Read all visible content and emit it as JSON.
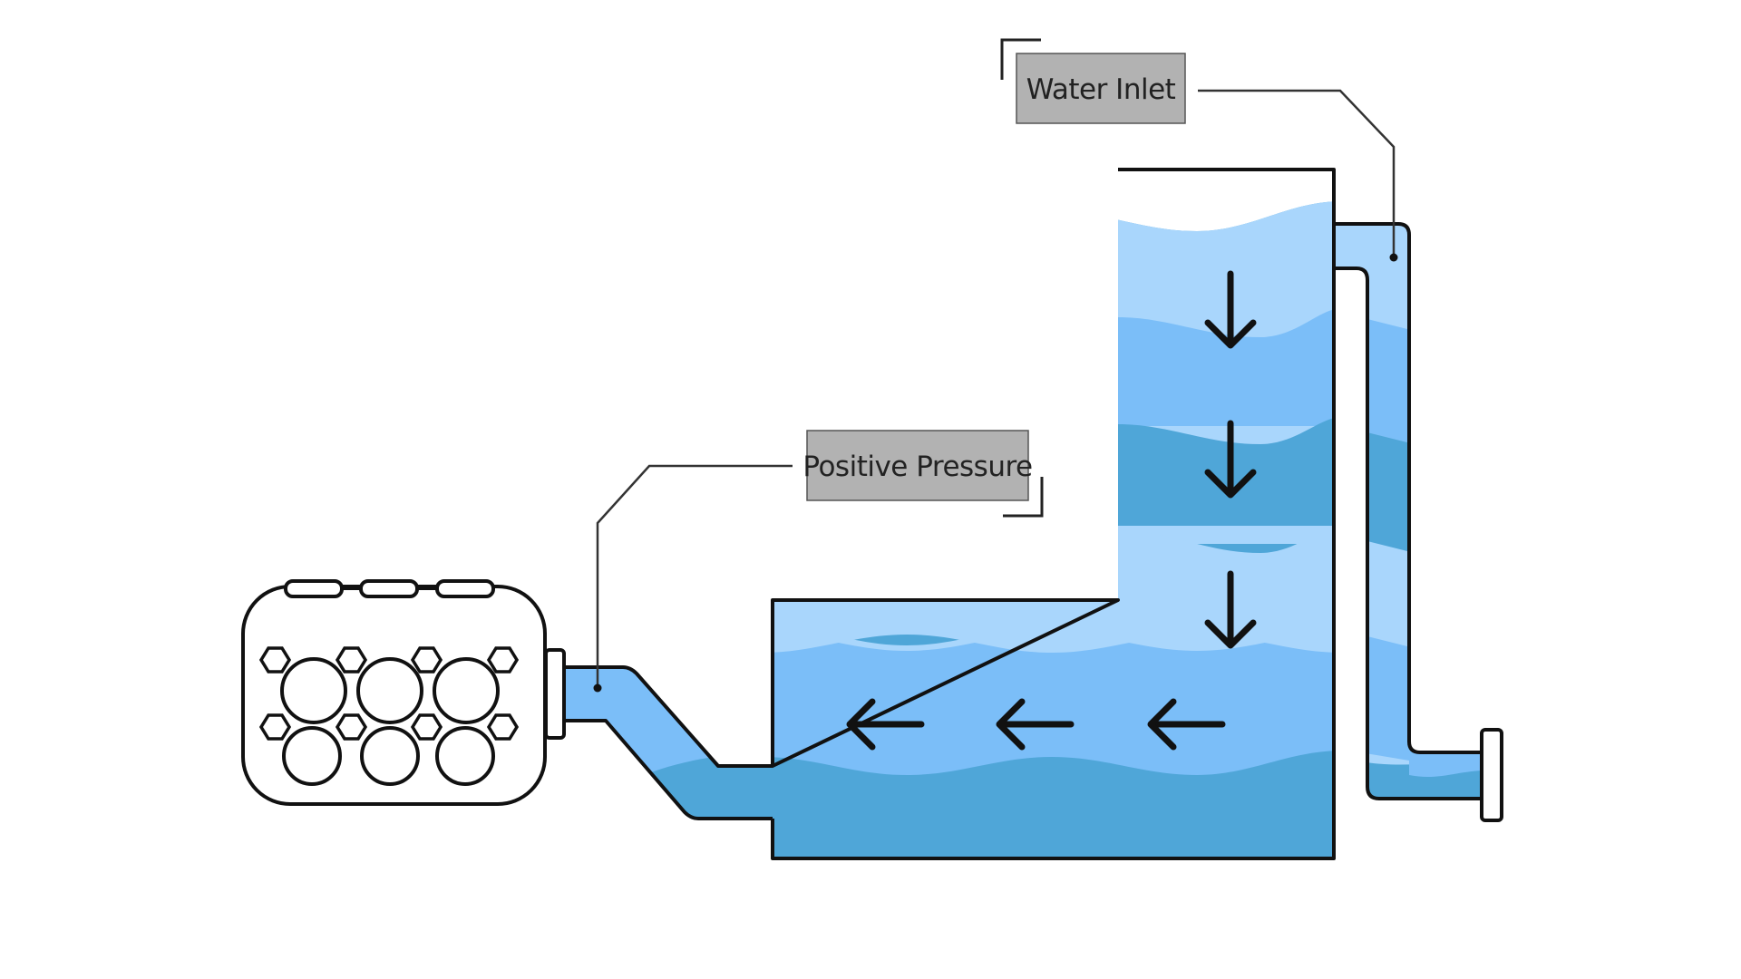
{
  "labels": {
    "water_inlet": "Water Inlet",
    "positive_pressure": "Positive Pressure"
  },
  "colors": {
    "water_light": "#A9D6FC",
    "water_mid": "#7BBEF8",
    "water_dark": "#4FA6D8",
    "outline": "#111111",
    "label_box": "#B2B2B2",
    "leader_line": "#333333"
  },
  "icons": {
    "down_arrows": 3,
    "left_arrows": 3
  }
}
